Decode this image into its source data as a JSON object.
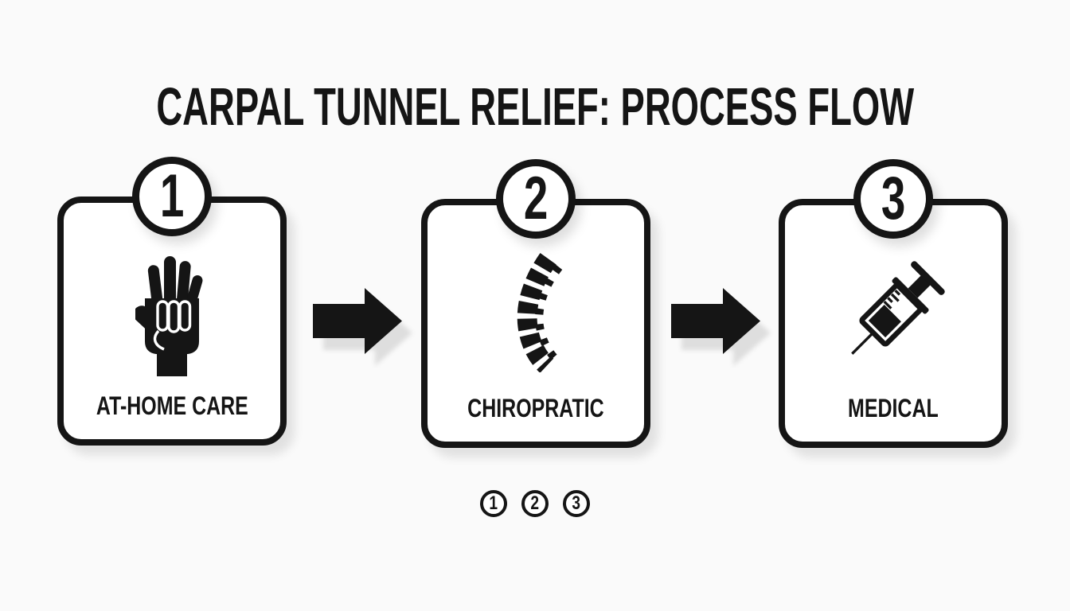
{
  "colors": {
    "background": "#fafafa",
    "ink": "#151515",
    "card_fill": "#ffffff",
    "shadow": "#e5e5e5"
  },
  "title": "CARPAL TUNNEL RELIEF: PROCESS FLOW",
  "steps": [
    {
      "number": "1",
      "label": "AT-HOME CARE",
      "icon": "hand-care-icon"
    },
    {
      "number": "2",
      "label": "CHIROPRATIC",
      "icon": "spine-icon"
    },
    {
      "number": "3",
      "label": "MEDICAL",
      "icon": "syringe-icon"
    }
  ],
  "arrows": {
    "icon": "right-arrow-icon",
    "direction": "right"
  },
  "pagination": {
    "dots": [
      "1",
      "2",
      "3"
    ]
  }
}
